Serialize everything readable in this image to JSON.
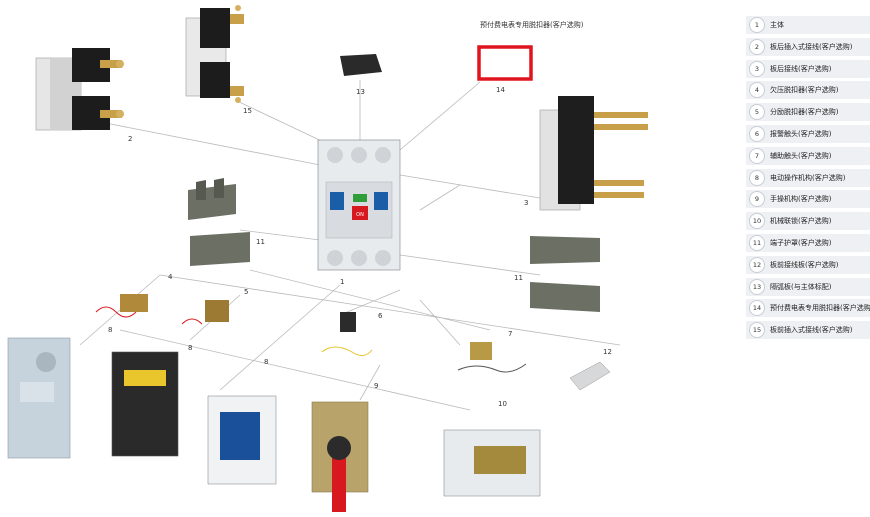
{
  "special_caption": "预付费电表专用脱扣器(客户选购)",
  "highlight_color": "#e0141e",
  "legend": [
    {
      "num": "1",
      "text": "主体"
    },
    {
      "num": "2",
      "text": "板后插入式接线(客户选购)"
    },
    {
      "num": "3",
      "text": "板后接线(客户选购)"
    },
    {
      "num": "4",
      "text": "欠压脱扣器(客户选购)"
    },
    {
      "num": "5",
      "text": "分励脱扣器(客户选购)"
    },
    {
      "num": "6",
      "text": "报警触头(客户选购)"
    },
    {
      "num": "7",
      "text": "辅助触头(客户选购)"
    },
    {
      "num": "8",
      "text": "电动操作机构(客户选购)"
    },
    {
      "num": "9",
      "text": "手操机构(客户选购)"
    },
    {
      "num": "10",
      "text": "机械联锁(客户选购)"
    },
    {
      "num": "11",
      "text": "端子护罩(客户选购)"
    },
    {
      "num": "12",
      "text": "板前接线板(客户选购)"
    },
    {
      "num": "13",
      "text": "隔弧板(与主体标配)"
    },
    {
      "num": "14",
      "text": "预付费电表专用脱扣器(客户选购)"
    },
    {
      "num": "15",
      "text": "板前插入式接线(客户选购)"
    }
  ],
  "callouts": {
    "c1": "1",
    "c2": "2",
    "c3": "3",
    "c4": "4",
    "c5": "5",
    "c6": "6",
    "c7": "7",
    "c8a": "8",
    "c8b": "8",
    "c8c": "8",
    "c9": "9",
    "c10": "10",
    "c11a": "11",
    "c11b": "11",
    "c12": "12",
    "c13": "13",
    "c14": "14",
    "c15": "15"
  },
  "breaker_label": "ON"
}
